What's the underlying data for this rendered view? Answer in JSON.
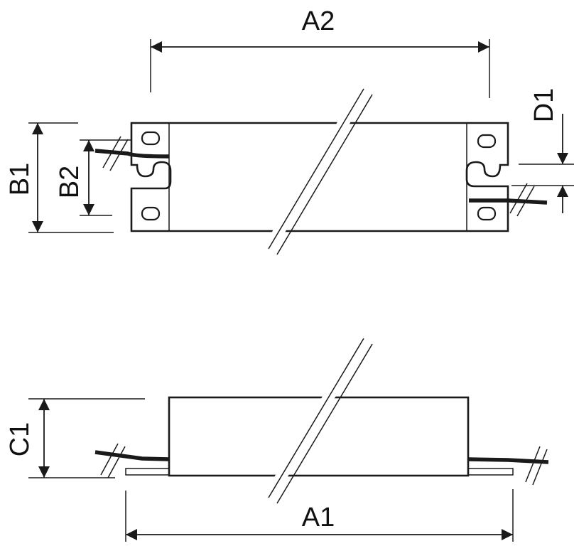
{
  "labels": {
    "a2": "A2",
    "b1": "B1",
    "b2": "B2",
    "d1": "D1",
    "c1": "C1",
    "a1": "A1"
  },
  "colors": {
    "line": "#1a1a1a",
    "background": "#ffffff"
  }
}
